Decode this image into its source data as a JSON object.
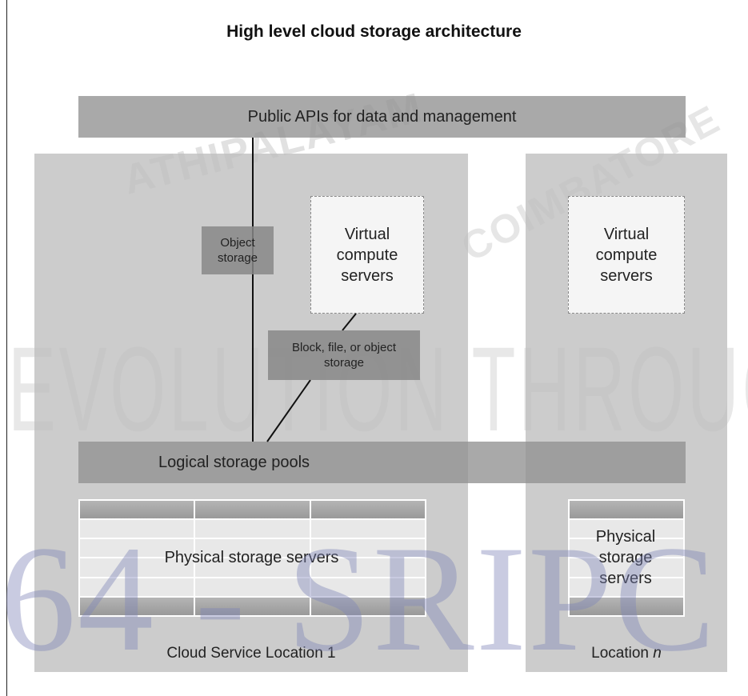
{
  "title": "High level cloud storage architecture",
  "public_api_label": "Public APIs for data and management",
  "logical_pools_label": "Logical storage pools",
  "locations": [
    {
      "label": "Cloud Service Location 1",
      "virtual_compute_label": "Virtual compute servers",
      "physical_storage_label": "Physical storage servers",
      "object_storage_label": "Object storage",
      "block_storage_label": "Block, file, or object storage"
    },
    {
      "label_prefix": "Location ",
      "label_var": "n",
      "virtual_compute_label": "Virtual compute servers",
      "physical_storage_label": "Physical storage servers"
    }
  ],
  "watermark": {
    "arc_text_left": "ATHIPALAYAM",
    "arc_text_right": "COIMBATORE",
    "motto": "EVOLUTION THROUGH TECHNOLOGY",
    "big_text": "64 - SRIPC"
  }
}
